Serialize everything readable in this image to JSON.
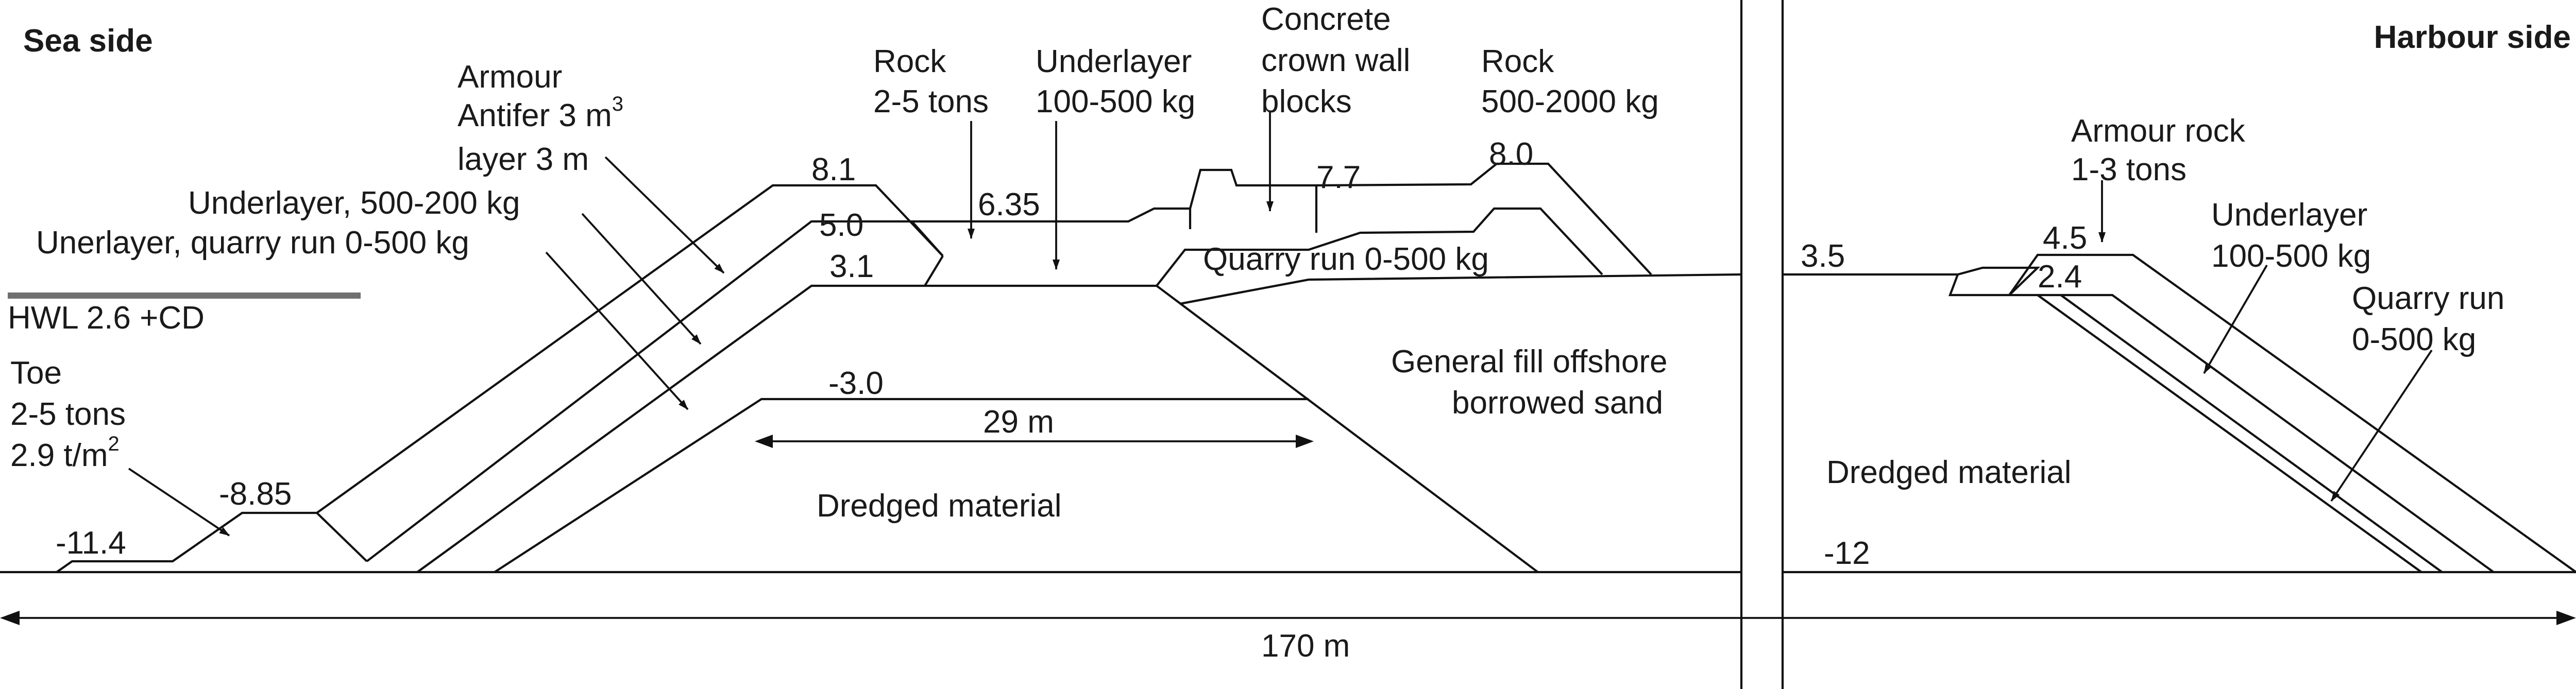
{
  "headers": {
    "sea_side": "Sea side",
    "harbour_side": "Harbour side"
  },
  "levels": {
    "crest_armour": "8.1",
    "rock_berm": "6.35",
    "underlayer_top": "5.0",
    "quarry_top": "3.1",
    "wall_top": "7.7",
    "rear_rock": "8.0",
    "fill_top": "-3.0",
    "toe_top": "-8.85",
    "toe_bottom": "-11.4",
    "harbour_ground": "3.5",
    "harbour_armour": "4.5",
    "harbour_under": "2.4",
    "harbour_seabed": "-12"
  },
  "hwl": {
    "label": "HWL 2.6 +CD"
  },
  "labels": {
    "armour": {
      "line1": "Armour",
      "line2_pre": "Antifer 3 m",
      "line2_sup": "3",
      "line3": "layer 3 m"
    },
    "underlayer_sea": "Underlayer, 500-200 kg",
    "quarry_sea": "Unerlayer, quarry run 0-500 kg",
    "toe": {
      "line1": "Toe",
      "line2": "2-5 tons",
      "line3_pre": "2.9 t/m",
      "line3_sup": "2"
    },
    "rock_berm": {
      "line1": "Rock",
      "line2": "2-5 tons"
    },
    "underlayer_crest": {
      "line1": "Underlayer",
      "line2": "100-500 kg"
    },
    "crown_wall": {
      "line1": "Concrete",
      "line2": "crown wall",
      "line3": "blocks"
    },
    "rear_rock": {
      "line1": "Rock",
      "line2": "500-2000 kg"
    },
    "quarry_core": "Quarry run 0-500 kg",
    "general_fill": {
      "line1": "General fill offshore",
      "line2": "borrowed sand"
    },
    "dredged_left": "Dredged material",
    "dredged_right": "Dredged material",
    "armour_harbour": {
      "line1": "Armour rock",
      "line2": "1-3 tons"
    },
    "underlayer_harbour": {
      "line1": "Underlayer",
      "line2": "100-500 kg"
    },
    "quarry_harbour": {
      "line1": "Quarry run",
      "line2": "0-500 kg"
    }
  },
  "dimensions": {
    "fill_width": "29 m",
    "total_width": "170 m"
  }
}
